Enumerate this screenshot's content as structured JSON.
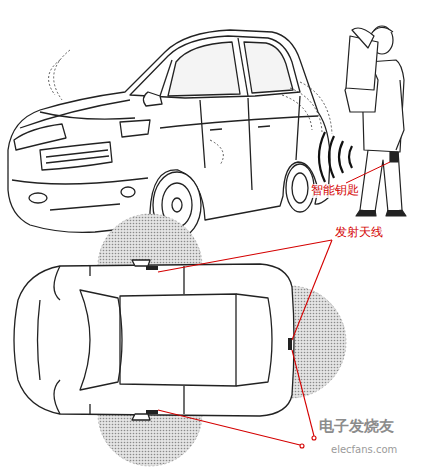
{
  "diagram": {
    "labels": [
      "智能钥匙",
      "发射天线",
      "电子发烧友",
      "elecfans.com"
    ]
  }
}
